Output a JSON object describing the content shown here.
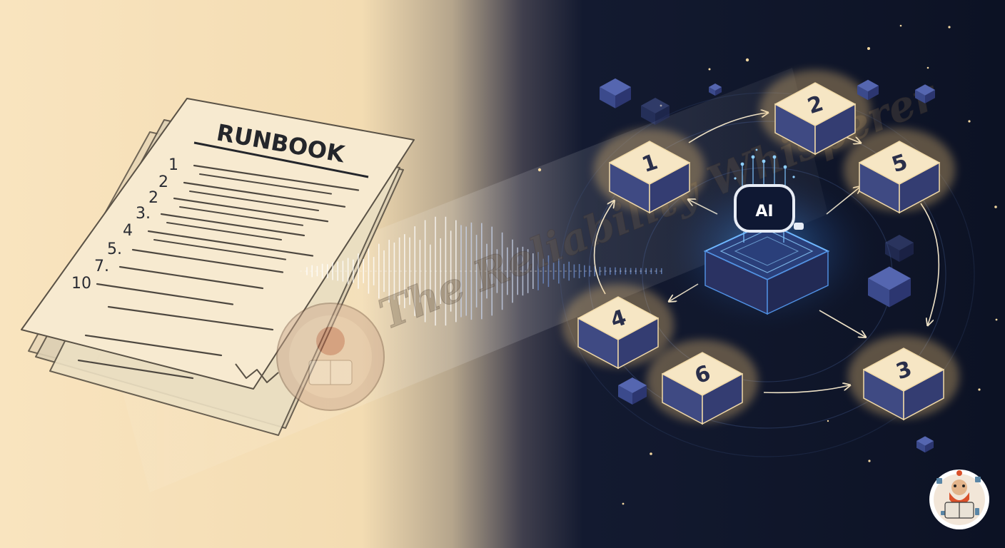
{
  "document": {
    "title": "RUNBOOK",
    "step_numbers": [
      "1",
      "2",
      "2",
      "3.",
      "4",
      "5.",
      "7.",
      "10"
    ]
  },
  "ai_hub": {
    "label": "AI"
  },
  "nodes": [
    "1",
    "2",
    "5",
    "4",
    "6",
    "3"
  ],
  "watermark": {
    "text": "The Reliability Whisperer"
  },
  "colors": {
    "paper_bg": "#f8e3bd",
    "night_bg": "#0d1326",
    "cube_top": "#f6e6c4",
    "cube_side": "#3f4a83",
    "glow_blue": "#4aa3ff"
  }
}
